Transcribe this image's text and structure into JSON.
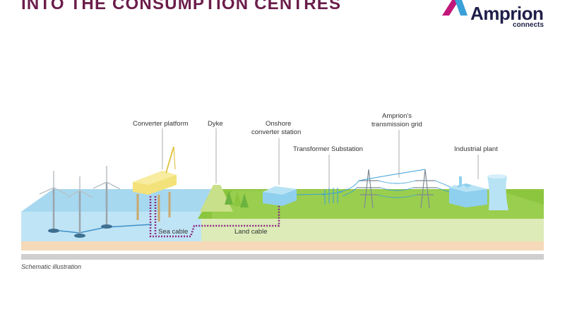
{
  "header": {
    "title": "INTO THE CONSUMPTION CENTRES"
  },
  "logo": {
    "wordmark": "Amprion",
    "tagline": "connects",
    "colors": {
      "accent": "#c2177a",
      "text": "#1f1f4a"
    }
  },
  "labels": {
    "converter_platform": "Converter platform",
    "dyke": "Dyke",
    "onshore_line1": "Onshore",
    "onshore_line2": "converter station",
    "transformer_substation": "Transformer Substation",
    "grid_line1": "Amprion's",
    "grid_line2": "transmission grid",
    "industrial_plant": "Industrial plant",
    "sea_cable": "Sea cable",
    "land_cable": "Land cable"
  },
  "caption": "Schematic illustration",
  "colors": {
    "sea": "#a6d8f0",
    "land": "#8cc63f",
    "platform": "#f3e27a",
    "cable": "#8a2b82",
    "station": "#8fd0ee"
  }
}
